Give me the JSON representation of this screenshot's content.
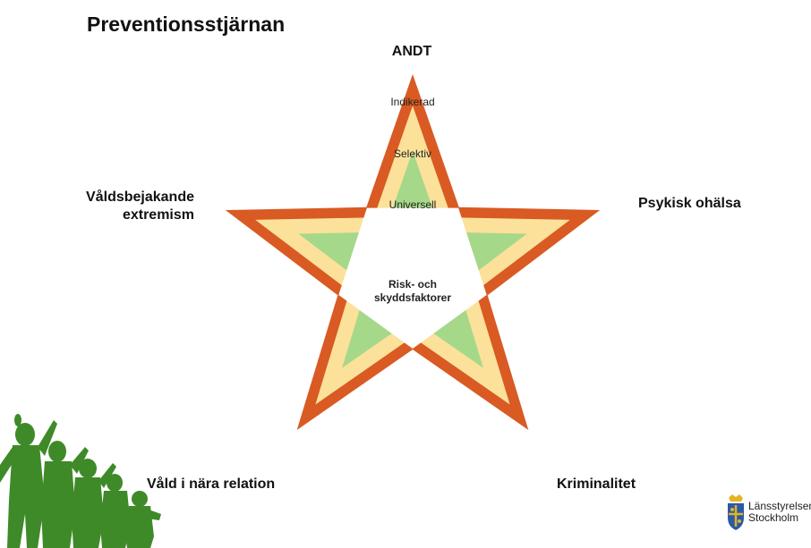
{
  "title": "Preventionsstjärnan",
  "star": {
    "levels": [
      {
        "name": "Indikerad",
        "color": "#d95a23"
      },
      {
        "name": "Selektiv",
        "color": "#fbe19a"
      },
      {
        "name": "Universell",
        "color": "#a6d88a"
      }
    ],
    "center_line1": "Risk- och",
    "center_line2": "skyddsfaktorer",
    "center_color": "#ffffff"
  },
  "areas": {
    "top": "ANDT",
    "upper_right": "Psykisk ohälsa",
    "upper_left_line1": "Våldsbejakande",
    "upper_left_line2": "extremism",
    "lower_left": "Våld i nära relation",
    "lower_right": "Kriminalitet"
  },
  "logo": {
    "line1": "Länsstyrelsen",
    "line2": "Stockholm",
    "icon": "crest-icon"
  },
  "decoration": {
    "icon": "children-silhouettes-icon",
    "color": "#3f8a28"
  }
}
